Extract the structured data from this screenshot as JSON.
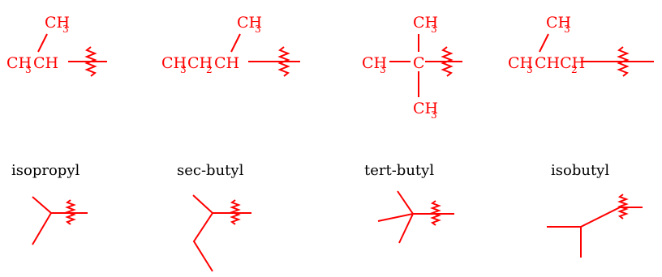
{
  "colors": {
    "structure": "#ff0000",
    "label": "#000000",
    "background": "#ffffff"
  },
  "groups": [
    {
      "name": "isopropyl",
      "formula": {
        "top_branch": "CH",
        "top_sub": "3",
        "chain_a": "CH",
        "chain_a_sub": "3",
        "chain_b": "CH"
      }
    },
    {
      "name": "sec-butyl",
      "formula": {
        "top_branch": "CH",
        "top_sub": "3",
        "chain_a": "CH",
        "chain_a_sub": "3",
        "chain_b": "CH",
        "chain_b_sub": "2",
        "chain_c": "CH"
      }
    },
    {
      "name": "tert-butyl",
      "formula": {
        "top_branch": "CH",
        "top_sub": "3",
        "left_branch": "CH",
        "left_sub": "3",
        "center": "C",
        "bottom_branch": "CH",
        "bottom_sub": "3"
      }
    },
    {
      "name": "isobutyl",
      "formula": {
        "top_branch": "CH",
        "top_sub": "3",
        "chain_a": "CH",
        "chain_a_sub": "3",
        "chain_b": "CHCH",
        "chain_b_sub": "2"
      }
    }
  ]
}
